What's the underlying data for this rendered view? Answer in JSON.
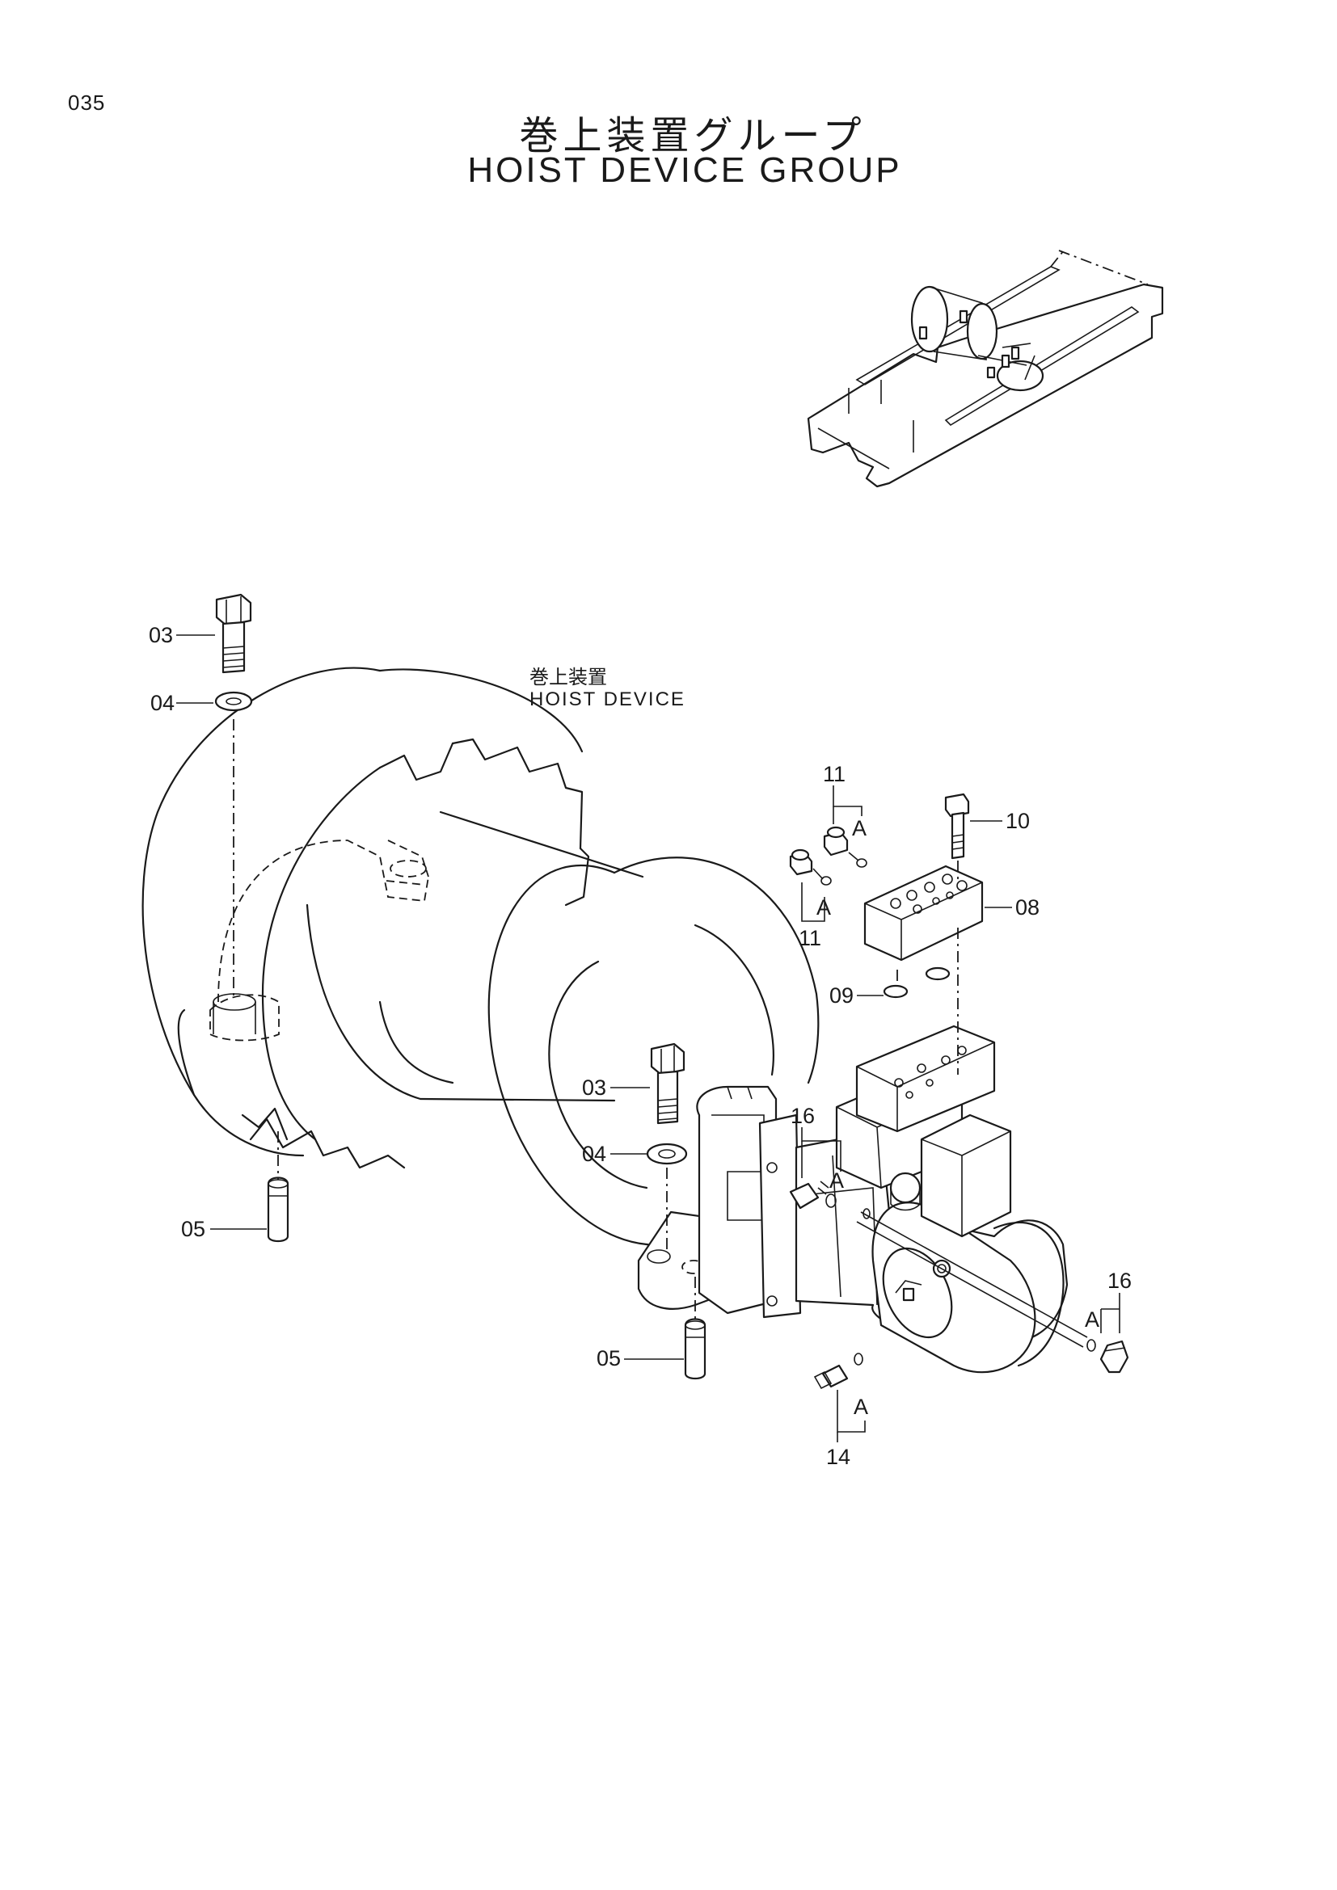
{
  "page_number": "035",
  "title": {
    "japanese": "巻上装置グループ",
    "english": "HOIST DEVICE GROUP"
  },
  "assembly_label": {
    "japanese": "巻上装置",
    "english": "HOIST DEVICE"
  },
  "callouts": {
    "c03_top": "03",
    "c04_top": "04",
    "c05_left": "05",
    "c03_mid": "03",
    "c04_mid": "04",
    "c05_mid": "05",
    "c11_top": "11",
    "c11_low": "11",
    "c10": "10",
    "c08": "08",
    "c09": "09",
    "c16_left": "16",
    "c16_right": "16",
    "c14": "14",
    "a1": "A",
    "a2": "A",
    "a3": "A",
    "a4": "A",
    "a5": "A"
  }
}
